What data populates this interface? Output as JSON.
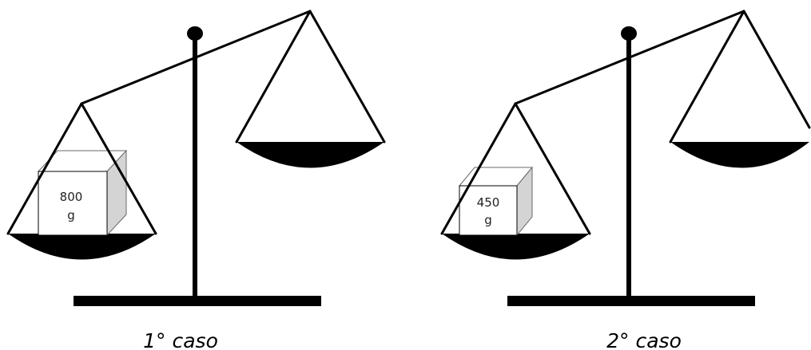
{
  "scales": [
    {
      "caption": "1° caso",
      "weight": {
        "line1": "800",
        "line2": "g"
      }
    },
    {
      "caption": "2° caso",
      "weight": {
        "line1": "450",
        "line2": "g"
      }
    }
  ],
  "colors": {
    "ink": "#000000",
    "box_face": "#ffffff",
    "box_side": "#d4d4d4",
    "box_edge": "#6a6a6a"
  }
}
